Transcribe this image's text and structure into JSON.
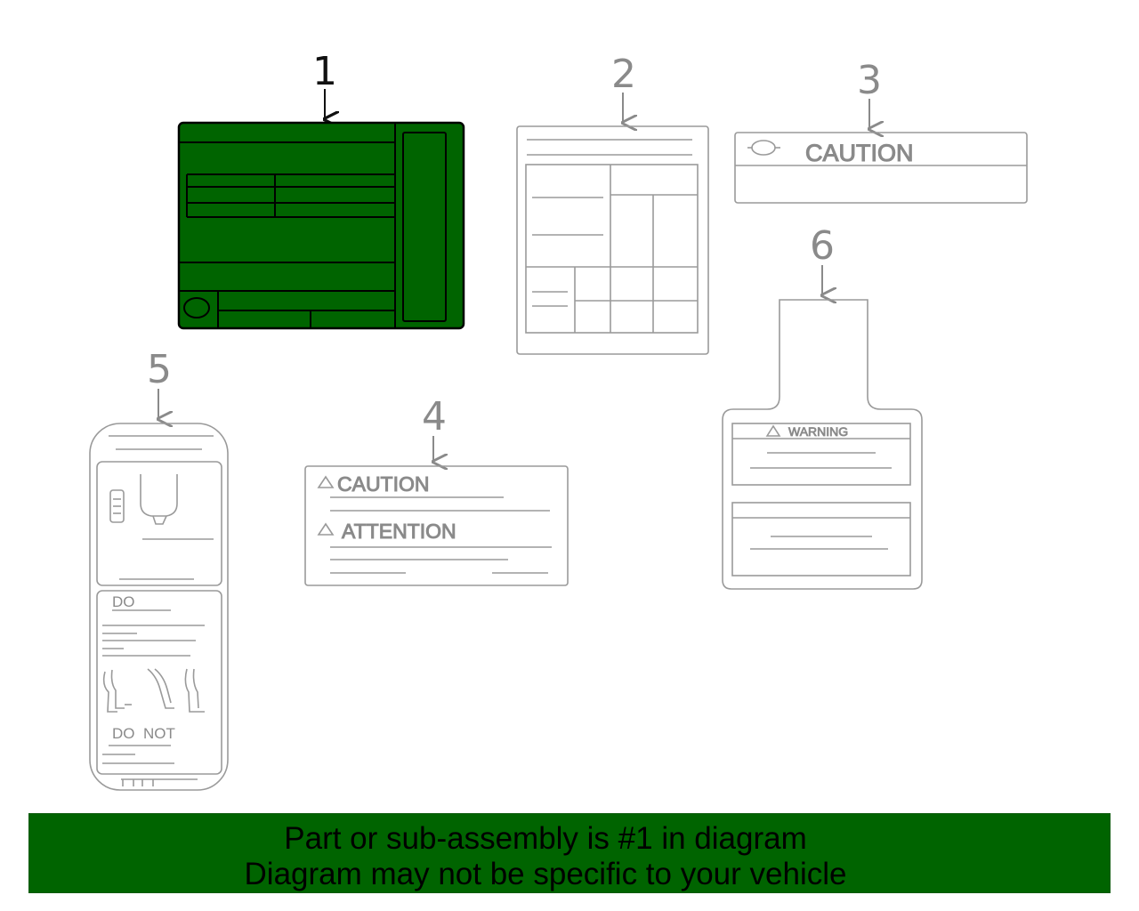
{
  "callouts": [
    "1",
    "2",
    "3",
    "4",
    "5",
    "6"
  ],
  "labels": {
    "label3_caution": "CAUTION",
    "label4_caution": "CAUTION",
    "label4_attention": "ATTENTION",
    "label5_do": "DO",
    "label5_do_not": "DO  NOT",
    "label6_warning": "WARNING"
  },
  "banner": {
    "line1": "Part or sub-assembly is #1 in diagram",
    "line2": "Diagram may not be specific to your vehicle"
  },
  "colors": {
    "highlight": "#006400",
    "outline": "#9a9a9a",
    "banner_bg": "#006400"
  }
}
